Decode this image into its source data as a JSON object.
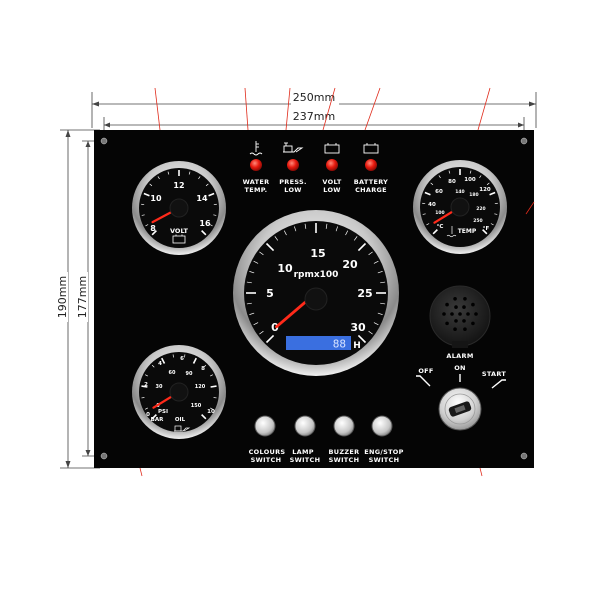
{
  "dimensions": {
    "width_outer": "250mm",
    "width_inner": "237mm",
    "height_outer": "190mm",
    "height_inner": "177mm"
  },
  "warning_lights": [
    {
      "icon": "water-temp-icon",
      "line1": "WATER",
      "line2": "TEMP.",
      "color": "#e8190e"
    },
    {
      "icon": "oil-can-icon",
      "line1": "PRESS.",
      "line2": "LOW",
      "color": "#e8190e"
    },
    {
      "icon": "battery-icon",
      "line1": "VOLT",
      "line2": "LOW",
      "color": "#e8190e"
    },
    {
      "icon": "battery-icon",
      "line1": "BATTERY",
      "line2": "CHARGE",
      "color": "#e8190e"
    }
  ],
  "volt_gauge": {
    "label": "VOLT",
    "ticks": [
      "8",
      "10",
      "12",
      "14",
      "16"
    ],
    "value": 8.5,
    "min": 8,
    "max": 16
  },
  "temp_gauge": {
    "label": "TEMP",
    "ticks_c": [
      "40",
      "60",
      "80",
      "100",
      "120"
    ],
    "ticks_f": [
      "100",
      "140",
      "180",
      "220",
      "250"
    ],
    "unit_c": "°C",
    "unit_f": "°F",
    "value": 0.05
  },
  "tacho": {
    "label": "rpmx100",
    "ticks": [
      "0",
      "5",
      "10",
      "15",
      "20",
      "25",
      "30"
    ],
    "value": 0.5,
    "lcd_value": "88",
    "lcd_unit": "H"
  },
  "oil_gauge": {
    "label": "OIL",
    "unit_psi": "PSI",
    "unit_bar": "BAR",
    "ticks_psi": [
      "0",
      "30",
      "60",
      "90",
      "120",
      "150"
    ],
    "ticks_bar": [
      "0",
      "2",
      "4",
      "6",
      "8",
      "10"
    ],
    "value": 0.05
  },
  "alarm": {
    "label": "ALARM"
  },
  "ignition": {
    "off": "OFF",
    "on": "ON",
    "start": "START"
  },
  "switches": [
    {
      "line1": "COLOURS",
      "line2": "SWITCH"
    },
    {
      "line1": "LAMP",
      "line2": "SWITCH"
    },
    {
      "line1": "BUZZER",
      "line2": "SWITCH"
    },
    {
      "line1": "ENG/STOP",
      "line2": "SWITCH"
    }
  ],
  "colors": {
    "panel": "#050505",
    "needle": "#ff2a1a",
    "lcd": "#3a6fe0",
    "bezel": "#d9d9d9"
  }
}
